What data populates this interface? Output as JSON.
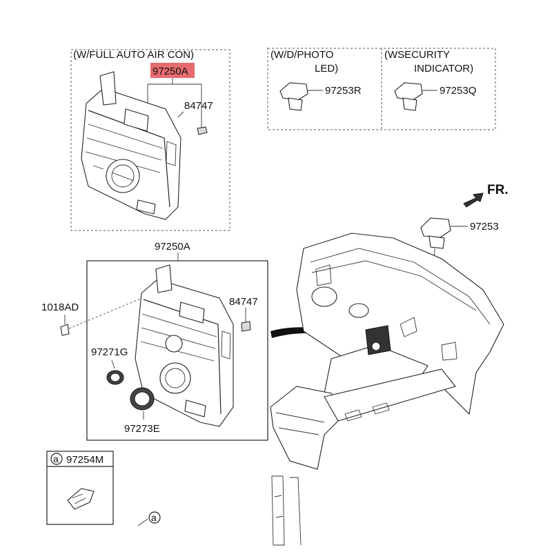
{
  "variant_box_auto": {
    "title": "(W/FULL AUTO AIR CON)",
    "part_main": "97250A",
    "part_clip": "84747"
  },
  "variant_box_photo": {
    "title_line1": "(W/D/PHOTO",
    "title_line2": "LED)",
    "part": "97253R"
  },
  "variant_box_security": {
    "title_line1": "(WSECURITY",
    "title_line2": "INDICATOR)",
    "part": "97253Q"
  },
  "front_marker": {
    "label": "FR."
  },
  "sensor_part": {
    "label": "97253"
  },
  "main_assembly": {
    "part_main": "97250A",
    "part_screw": "1018AD",
    "part_clip": "84747",
    "part_knob_small": "97271G",
    "part_knob_large": "97273E"
  },
  "inset_box": {
    "ref": "a",
    "part": "97254M"
  },
  "ref_callout": {
    "ref": "a"
  },
  "colors": {
    "highlight": "#e66b6f",
    "line": "#222222"
  }
}
